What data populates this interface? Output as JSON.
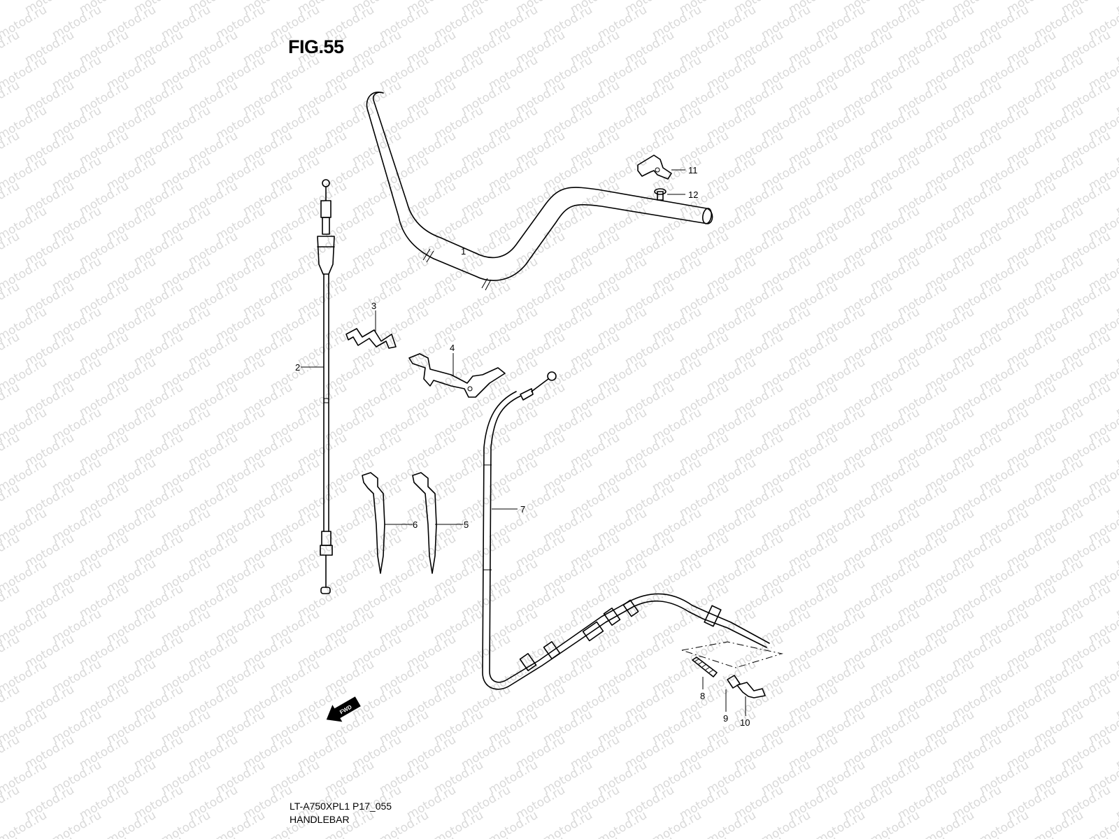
{
  "figure": {
    "title": "FIG.55",
    "model_code": "LT-A750XPL1 P17_055",
    "name": "HANDLEBAR"
  },
  "watermark": {
    "text": "motod.ru",
    "color": "#d9d9d9"
  },
  "fwd_label": "FWD",
  "callouts": [
    "1",
    "2",
    "3",
    "4",
    "5",
    "6",
    "7",
    "8",
    "9",
    "10",
    "11",
    "12"
  ]
}
